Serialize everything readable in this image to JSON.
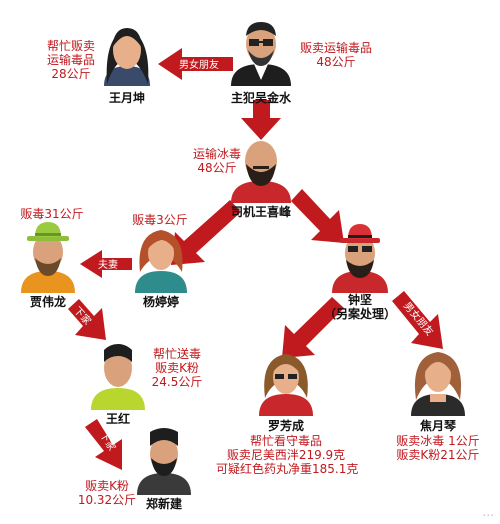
{
  "people": {
    "wangyuekun": {
      "name": "王月坤",
      "note": [
        "帮忙贩卖",
        "运输毒品",
        "28公斤"
      ]
    },
    "wujinshui": {
      "name": "主犯吴金水",
      "note": [
        "贩卖运输毒品",
        "48公斤"
      ]
    },
    "wangxifeng": {
      "name": "司机王喜峰",
      "note": [
        "运输冰毒",
        "48公斤"
      ]
    },
    "jiaweilong": {
      "name": "贾伟龙",
      "note": [
        "贩毒31公斤"
      ]
    },
    "yangtingting": {
      "name": "杨婷婷",
      "note": [
        "贩毒3公斤"
      ]
    },
    "zhongjian": {
      "name": "钟坚",
      "sub": "（另案处理）"
    },
    "wanghong": {
      "name": "王红",
      "note": [
        "帮忙送毒",
        "贩卖K粉",
        "24.5公斤"
      ]
    },
    "zhengxinjian": {
      "name": "郑新建",
      "note": [
        "贩卖K粉",
        "10.32公斤"
      ]
    },
    "luofangcheng": {
      "name": "罗芳成",
      "note": [
        "帮忙看守毒品",
        "贩卖尼美西泮219.9克",
        "可疑红色药丸净重185.1克"
      ]
    },
    "jiaoyueqin": {
      "name": "焦月琴",
      "note": [
        "贩卖冰毒 1公斤",
        "贩卖K粉21公斤"
      ]
    }
  },
  "relations": {
    "wu_wang": "男女朋友",
    "jia_yang": "夫妻",
    "jia_wanghong": "下家",
    "wanghong_zheng": "下家",
    "zhong_jiao": "男女朋友"
  },
  "watermark": "...",
  "colors": {
    "arrow": "#c0191e",
    "text_red": "#c0191e"
  }
}
